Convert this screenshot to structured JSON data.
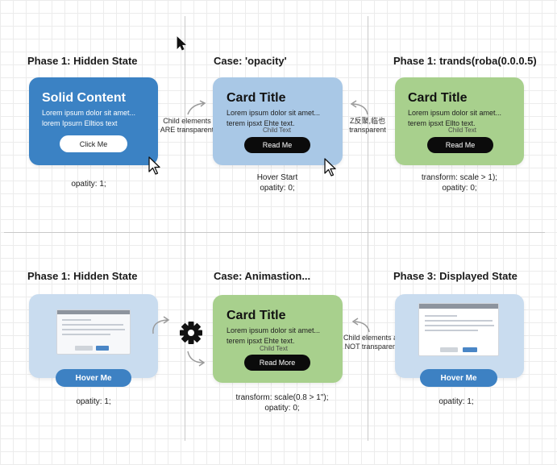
{
  "colors": {
    "blue_solid": "#3b82c4",
    "blue_light": "#a9c8e6",
    "blue_faded": "#c9dcef",
    "green": "#a8d08d",
    "button_dark": "#0b0b0b",
    "button_blue": "#3d81c3"
  },
  "panels": [
    {
      "title": "Phase 1: Hidden State",
      "card": {
        "title": "Solid Content",
        "body": [
          "Lorem ipsum dolor sit amet...",
          "lorem Ipsurn Elltios text"
        ],
        "button": "Click Me"
      },
      "caption": [
        "opatity: 1;"
      ]
    },
    {
      "title": "Case: 'opacity'",
      "card": {
        "title": "Card Title",
        "body": [
          "Lorem ipsum dolor sit amet...",
          "terem ipsxt Ehte text."
        ],
        "child_text": "Child Text",
        "button": "Read Me"
      },
      "caption": [
        "Hover Start",
        "opatity: 0;"
      ]
    },
    {
      "title": "Phase 1: trands(roba(0.0.0.5)",
      "card": {
        "title": "Card Title",
        "body": [
          "Lorem ipsum dolor sit amet...",
          "terem ipsxt Ellto text."
        ],
        "child_text": "Child Text",
        "button": "Read Me"
      },
      "caption": [
        "transform: scale   > 1);",
        "opatity: 0;"
      ]
    },
    {
      "title": "Phase 1: Hidden State",
      "card": {
        "button": "Hover Me"
      },
      "caption": [
        "opatity: 1;"
      ]
    },
    {
      "title": "Case: Animastion...",
      "card": {
        "title": "Card Title",
        "body": [
          "Lorem ipsum dolor sit amet...",
          "terem ipsxt Ehte text."
        ],
        "child_text": "Child Text",
        "button": "Read More"
      },
      "caption": [
        "transform: scale(0.8 > 1\");",
        "opatity: 0;"
      ]
    },
    {
      "title": "Phase 3: Displayed State",
      "card": {
        "button": "Hover Me"
      },
      "caption": [
        "opatity: 1;"
      ]
    }
  ],
  "notes": {
    "top_left": [
      "Child elements",
      "ARE transparent"
    ],
    "top_right": [
      "Z反聚,临也",
      "transparent"
    ],
    "bottom_right": [
      "Child elements are",
      "NOT transparent"
    ]
  },
  "icons": {
    "cursor": "cursor-arrow-icon",
    "pointer": "mouse-pointer-icon",
    "gear": "gear-icon",
    "arrow": "curved-arrow-icon"
  }
}
